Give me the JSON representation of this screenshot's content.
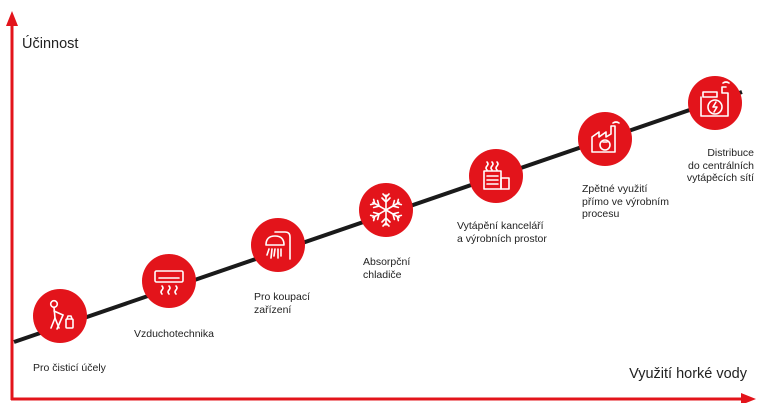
{
  "axes": {
    "y_label": "Účinnost",
    "x_label": "Využití horké vody"
  },
  "steps": [
    {
      "label": "Pro čisticí účely",
      "icon": "cleaning-person-icon"
    },
    {
      "label": "Vzduchotechnika",
      "icon": "air-conditioner-icon"
    },
    {
      "label": "Pro koupací\nzařízení",
      "icon": "shower-icon"
    },
    {
      "label": "Absorpční\nchladiče",
      "icon": "snowflake-icon"
    },
    {
      "label": "Vytápění kanceláří\na výrobních prostor",
      "icon": "office-heating-icon"
    },
    {
      "label": "Zpětné využití\npřímo ve výrobním\nprocesu",
      "icon": "factory-recycle-icon"
    },
    {
      "label": "Distribuce\ndo centrálních\nvytápěcích sítí",
      "icon": "heating-plant-icon"
    }
  ],
  "colors": {
    "accent": "#e3141b",
    "trend_line": "#1a1a1a",
    "text": "#222222"
  }
}
